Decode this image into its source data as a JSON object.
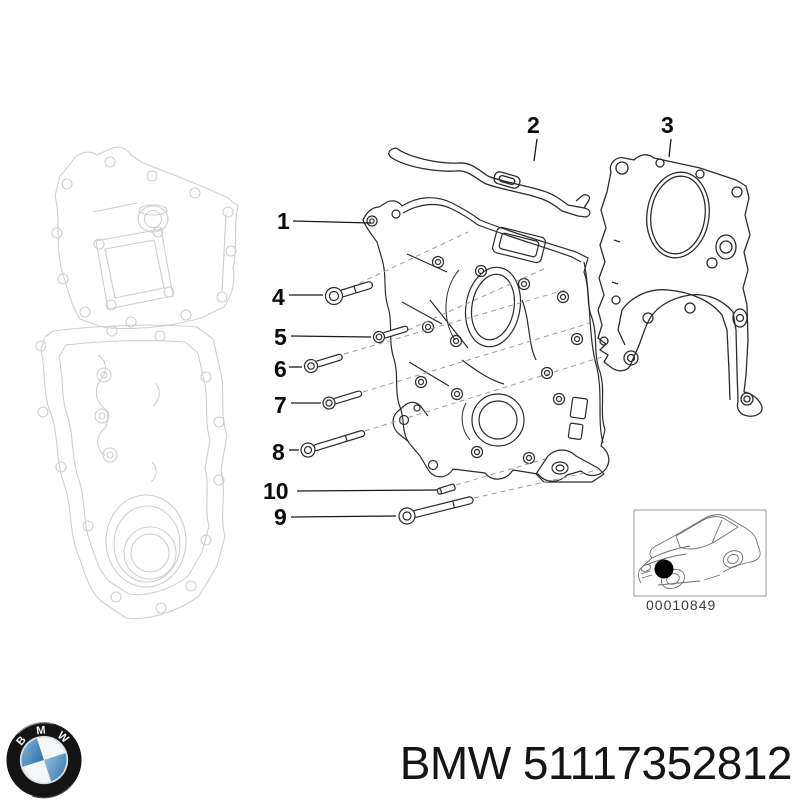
{
  "page": {
    "background": "#ffffff"
  },
  "diagram": {
    "description": "BMW timing case exploded parts diagram",
    "callouts": [
      {
        "label": "1"
      },
      {
        "label": "2"
      },
      {
        "label": "3"
      },
      {
        "label": "4"
      },
      {
        "label": "5"
      },
      {
        "label": "6"
      },
      {
        "label": "7"
      },
      {
        "label": "8"
      },
      {
        "label": "9"
      },
      {
        "label": "10"
      }
    ],
    "thumbnail": {
      "code": "00010849"
    }
  },
  "footer": {
    "brand": "BMW",
    "part_number": "51117352812",
    "part_title": "BMW 51117352812",
    "logo_letters": [
      "B",
      "M",
      "W"
    ]
  },
  "colors": {
    "line_dark": "#2b2b2b",
    "line_faint": "#cfcfcf",
    "dashed_line": "#9a9a9a",
    "logo_blue": "#4a91c6",
    "text": "#151515"
  }
}
